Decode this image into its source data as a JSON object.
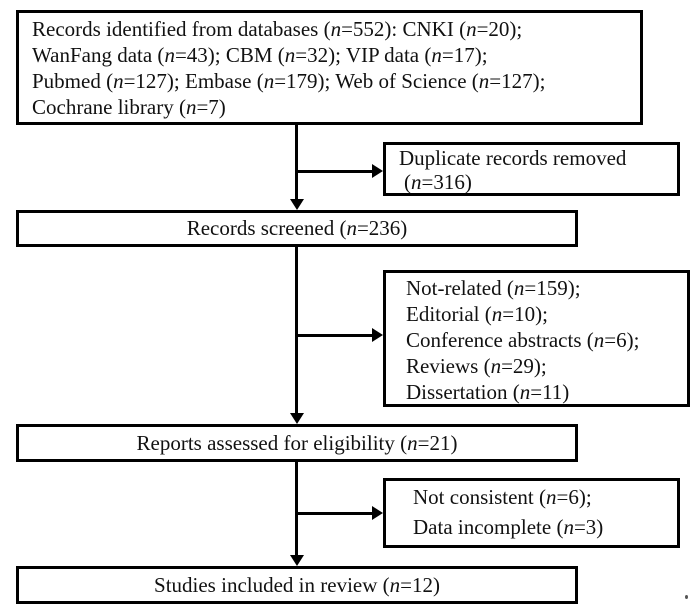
{
  "flowchart": {
    "boxes": {
      "identification": {
        "lines": [
          "Records identified from databases (n=552): CNKI (n=20);",
          "WanFang data (n=43); CBM (n=32); VIP data (n=17);",
          "Pubmed (n=127); Embase (n=179); Web of Science (n=127);",
          "Cochrane library (n=7)"
        ]
      },
      "duplicates_removed": {
        "lines": [
          "Duplicate records removed",
          "(n=316)"
        ]
      },
      "records_screened": {
        "label": "Records screened (n=236)"
      },
      "records_excluded": {
        "lines": [
          "Not-related (n=159);",
          "Editorial (n=10);",
          "Conference abstracts (n=6);",
          "Reviews (n=29);",
          "Dissertation (n=11)"
        ]
      },
      "reports_assessed": {
        "label": "Reports assessed for eligibility (n=21)"
      },
      "reports_excluded": {
        "lines": [
          "Not consistent (n=6);",
          "Data incomplete (n=3)"
        ]
      },
      "studies_included": {
        "label": "Studies included in review (n=12)"
      }
    },
    "colors": {
      "line": "#000000",
      "background": "#ffffff",
      "text": "#111111"
    }
  }
}
